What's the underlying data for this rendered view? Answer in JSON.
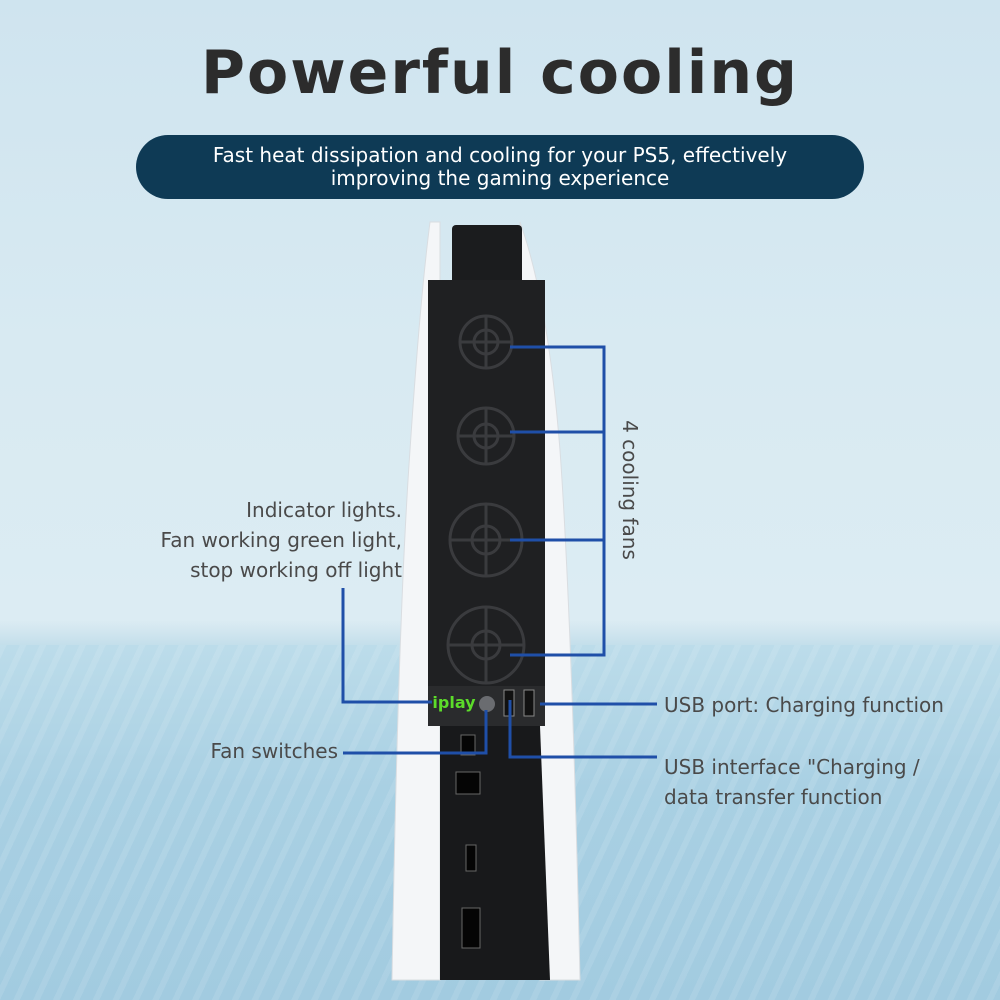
{
  "title": "Powerful cooling",
  "banner_text": "Fast heat dissipation and cooling for your PS5, effectively improving the gaming experience",
  "labels": {
    "indicator": [
      "Indicator lights.",
      "Fan working green light,",
      "stop working off light"
    ],
    "cooling_fans": "4 cooling fans",
    "usb_port": "USB port: Charging function",
    "usb_interface": [
      "USB interface \"Charging /",
      "data transfer function"
    ],
    "fan_switches": "Fan switches"
  },
  "brand": "iplay",
  "colors": {
    "banner": "#0e3a55",
    "callout_line": "#1f4fa8",
    "brand_green": "#5cdc2a"
  }
}
